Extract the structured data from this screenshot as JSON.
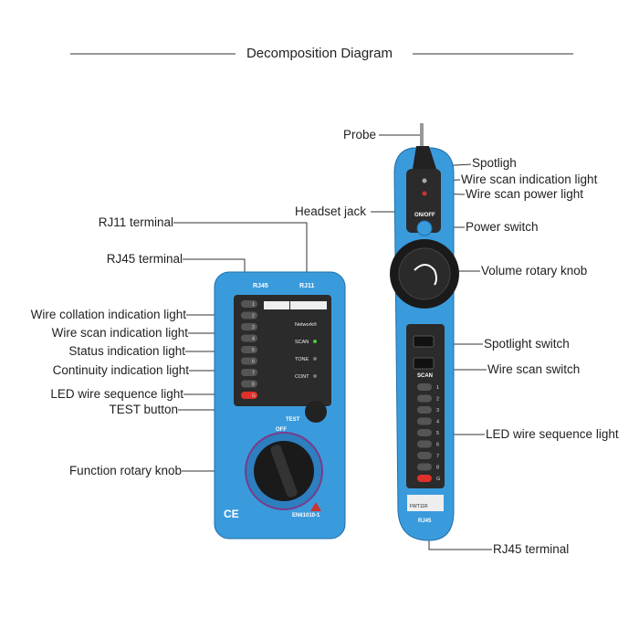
{
  "title": "Decomposition Diagram",
  "colors": {
    "body": "#3a9bdc",
    "panel": "#2b2b2b",
    "accent": "#e0302a"
  },
  "left_labels": [
    "RJ11 terminal",
    "RJ45 terminal",
    "Wire collation indication light",
    "Wire scan indication light",
    "Status indication light",
    "Continuity indication light",
    "LED wire sequence light",
    "TEST button",
    "Function rotary knob"
  ],
  "right_labels": [
    "Probe",
    "Headset jack",
    "Spotligh",
    "Wire scan indication light",
    "Wire scan power light",
    "Power switch",
    "Volume rotary knob",
    "Spotlight switch",
    "Wire scan switch",
    "LED wire sequence light",
    "RJ45 terminal"
  ],
  "receiver": {
    "ports": [
      "RJ45",
      "RJ11"
    ],
    "modes": [
      "Network",
      "SCAN",
      "TONE",
      "CONT"
    ],
    "test": "TEST",
    "off": "OFF",
    "cert": "EN61010-1",
    "ce": "CE",
    "leds": [
      "1",
      "2",
      "3",
      "4",
      "5",
      "6",
      "7",
      "8",
      "G"
    ]
  },
  "transmitter": {
    "onoff": "ON/OFF",
    "scan": "SCAN",
    "port": "RJ45",
    "model": "FWT11R",
    "leds": [
      "1",
      "2",
      "3",
      "4",
      "5",
      "6",
      "7",
      "8",
      "G"
    ]
  }
}
